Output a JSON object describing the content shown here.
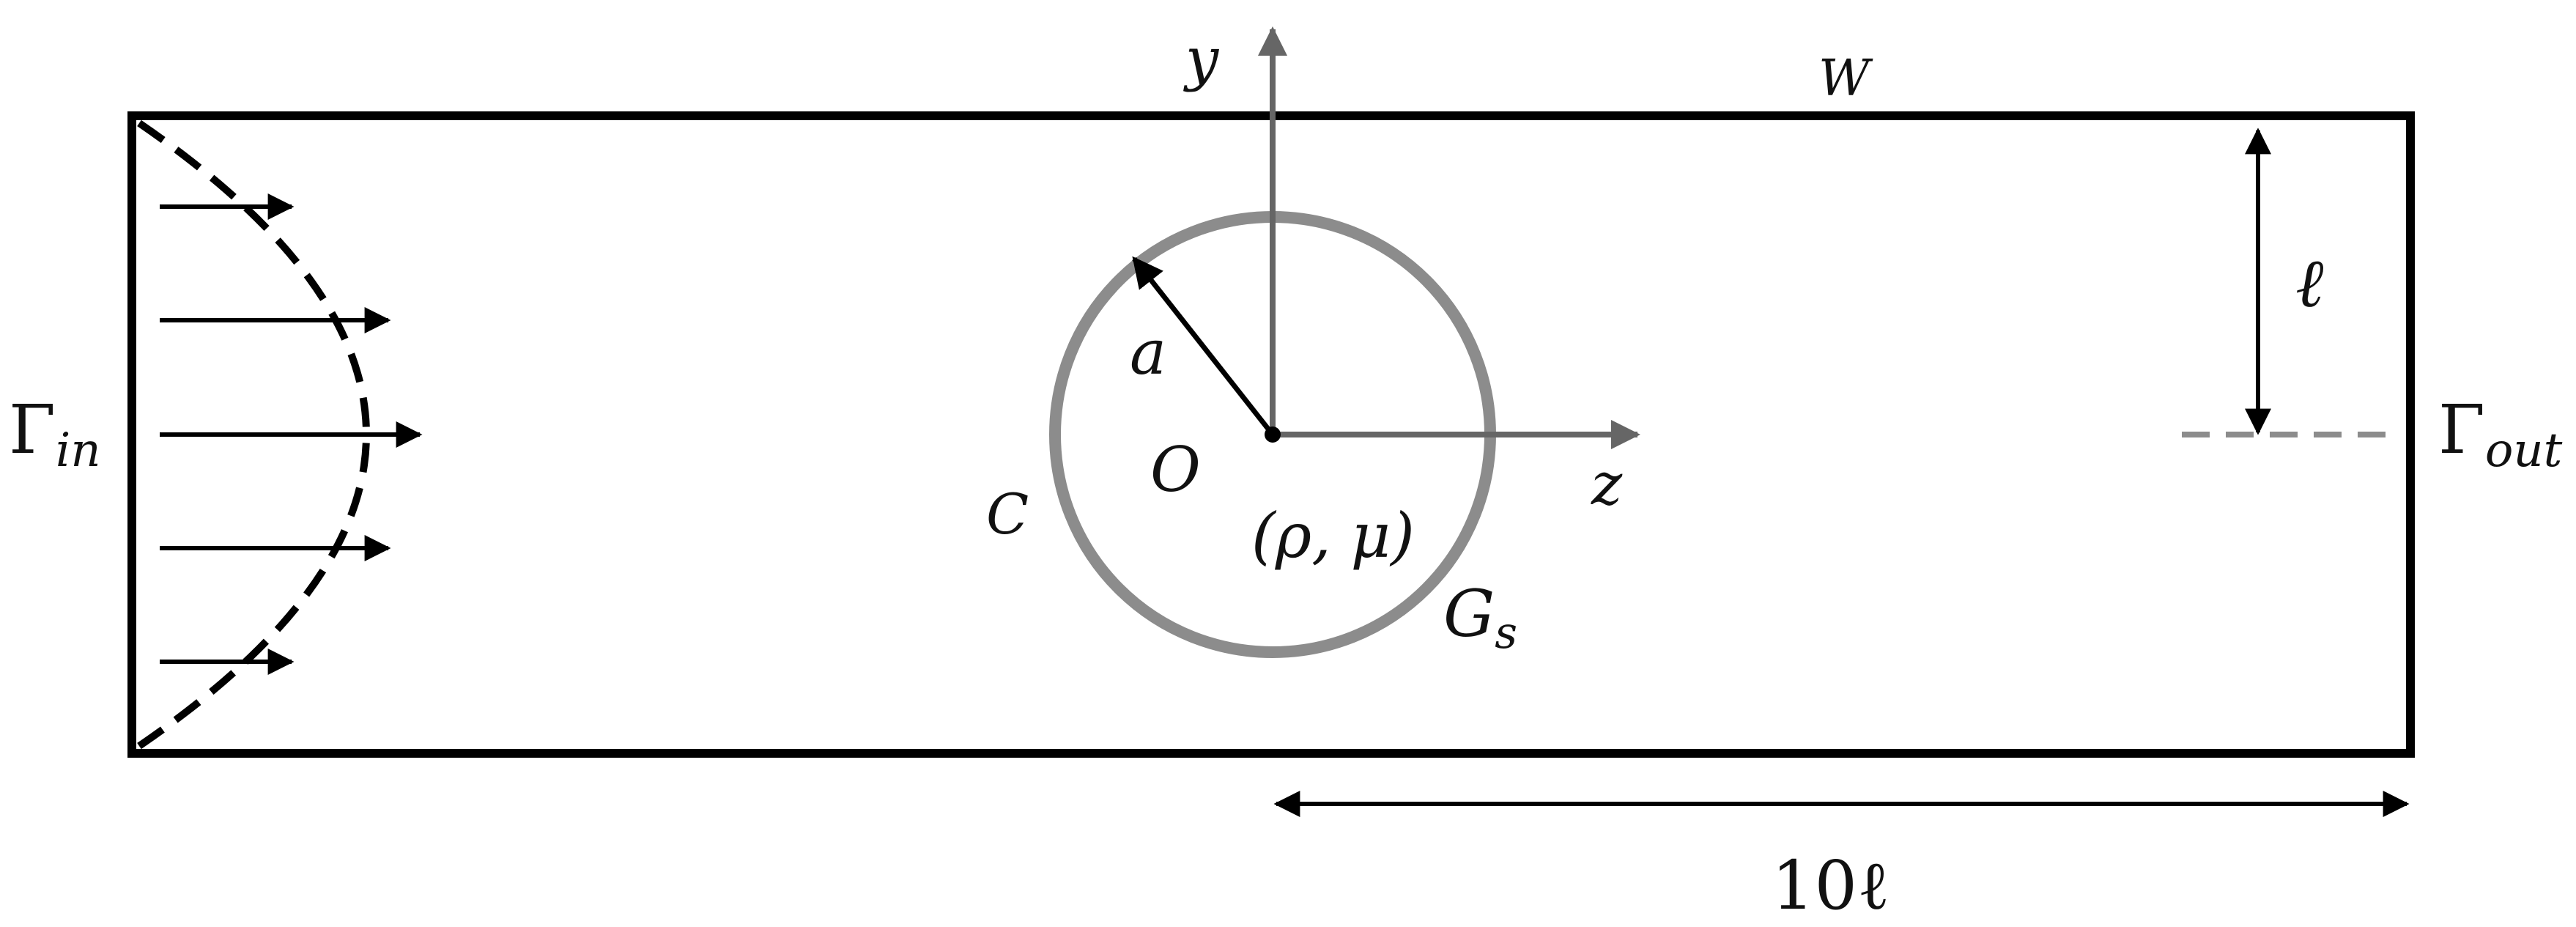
{
  "colors": {
    "stroke_dark": "#000000",
    "stroke_gray": "#8c8c8c",
    "axis_gray": "#666666",
    "text": "#111111",
    "background": "#ffffff"
  },
  "labels": {
    "y_axis": "y",
    "z_axis": "z",
    "wall": "W",
    "origin": "O",
    "radius": "a",
    "properties": "(ρ, μ)",
    "contour": "C",
    "solid_base": "G",
    "solid_sub": "s",
    "length_scale": "ℓ",
    "inlet_base": "Γ",
    "inlet_sub": "in",
    "outlet_base": "Γ",
    "outlet_sub": "out",
    "domain_length": "10ℓ"
  }
}
